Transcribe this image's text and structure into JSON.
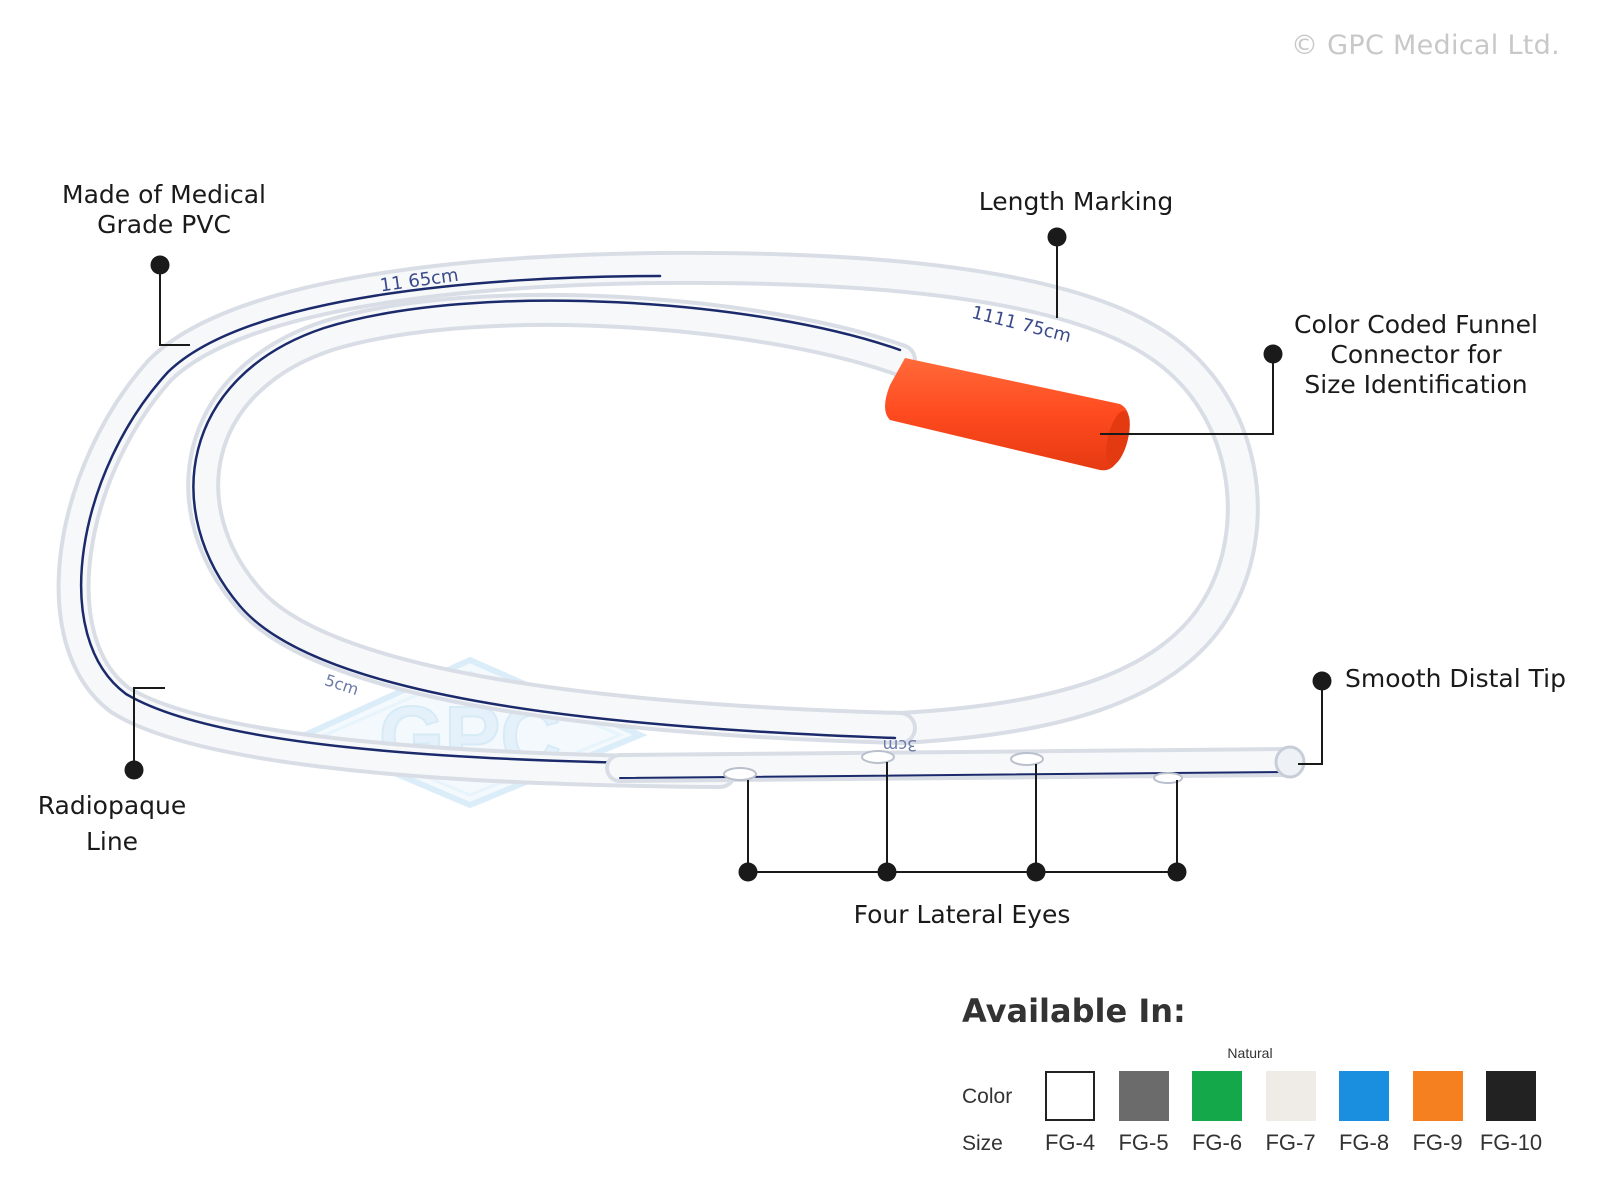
{
  "copyright": "© GPC Medical Ltd.",
  "watermark": "GPC",
  "labels": {
    "pvc": [
      "Made of Medical",
      "Grade PVC"
    ],
    "length": [
      "Length Marking"
    ],
    "funnel": [
      "Color Coded Funnel",
      "Connector for",
      "Size Identification"
    ],
    "tip": [
      "Smooth Distal Tip"
    ],
    "radiopaque": [
      "Radiopaque",
      "Line"
    ],
    "eyes": [
      "Four Lateral Eyes"
    ]
  },
  "tube_markings": {
    "top": "11 65cm",
    "right": "1111 75cm",
    "left": "5cm",
    "bottom": "3cm"
  },
  "available": {
    "title": "Available In:",
    "color_label": "Color",
    "size_label": "Size",
    "note": "Natural",
    "items": [
      {
        "size": "FG-4",
        "color": "#ffffff"
      },
      {
        "size": "FG-5",
        "color": "#6b6b6b"
      },
      {
        "size": "FG-6",
        "color": "#14a84a"
      },
      {
        "size": "FG-7",
        "color": "#efece7"
      },
      {
        "size": "FG-8",
        "color": "#1a8fe0"
      },
      {
        "size": "FG-9",
        "color": "#f58020"
      },
      {
        "size": "FG-10",
        "color": "#222222"
      }
    ]
  },
  "colors": {
    "connector": "#ff4a1f",
    "radiopaque_line": "#1b2a6b",
    "tube": "#d7dde5",
    "watermark": "#cfe6f6"
  }
}
